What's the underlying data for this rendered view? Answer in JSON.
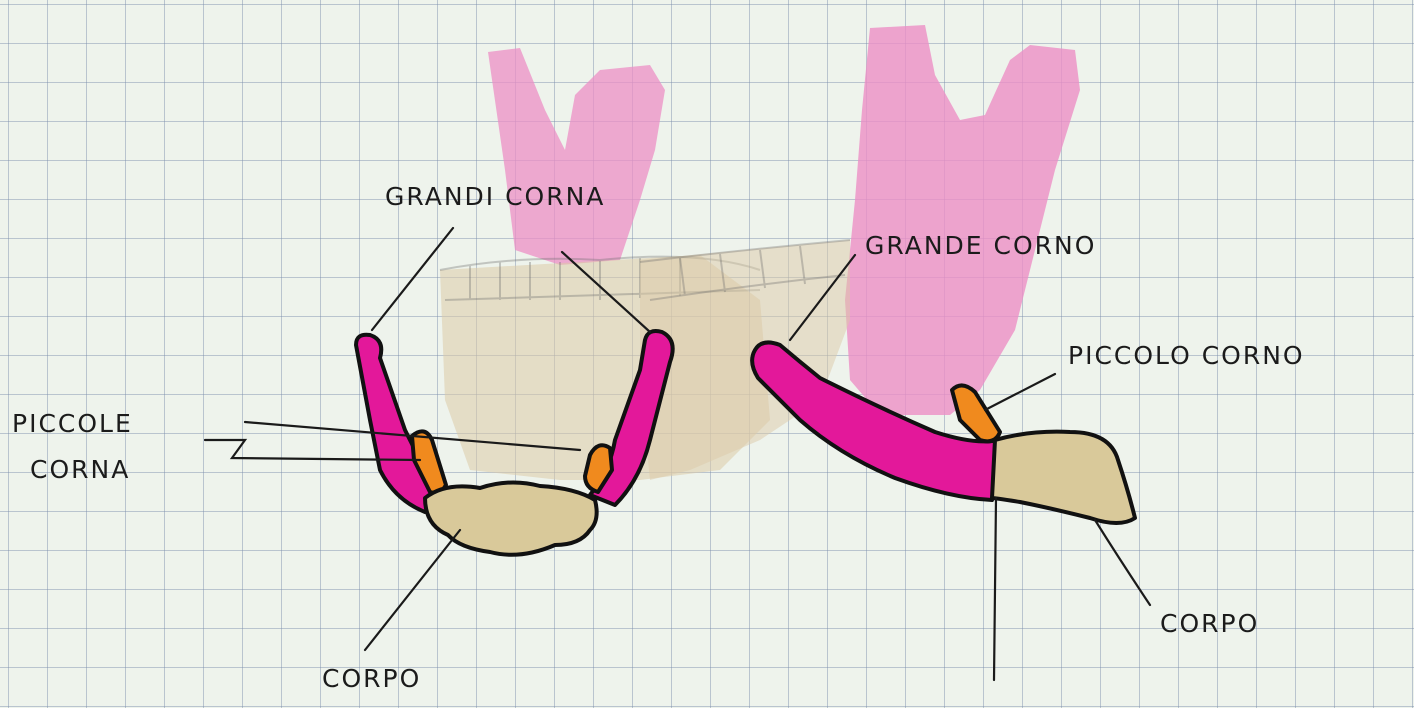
{
  "labels": {
    "grandi_corna": "GRANDI CORNA",
    "piccole_corna_line1": "PICCOLE",
    "piccole_corna_line2": "CORNA",
    "corpo_front": "CORPO",
    "grande_corno": "GRANDE CORNO",
    "piccolo_corno": "PICCOLO CORNO",
    "corpo_side": "CORPO"
  },
  "colors": {
    "grid_paper": "#eef3ec",
    "grid_line": "#8c9cb4",
    "greater_horn": "#e3189a",
    "lesser_horn": "#f08a1e",
    "body": "#d9c99a",
    "mandible_shading": "#ec8fc6",
    "jaw_shading": "#dccaa8",
    "outline": "#111111"
  }
}
